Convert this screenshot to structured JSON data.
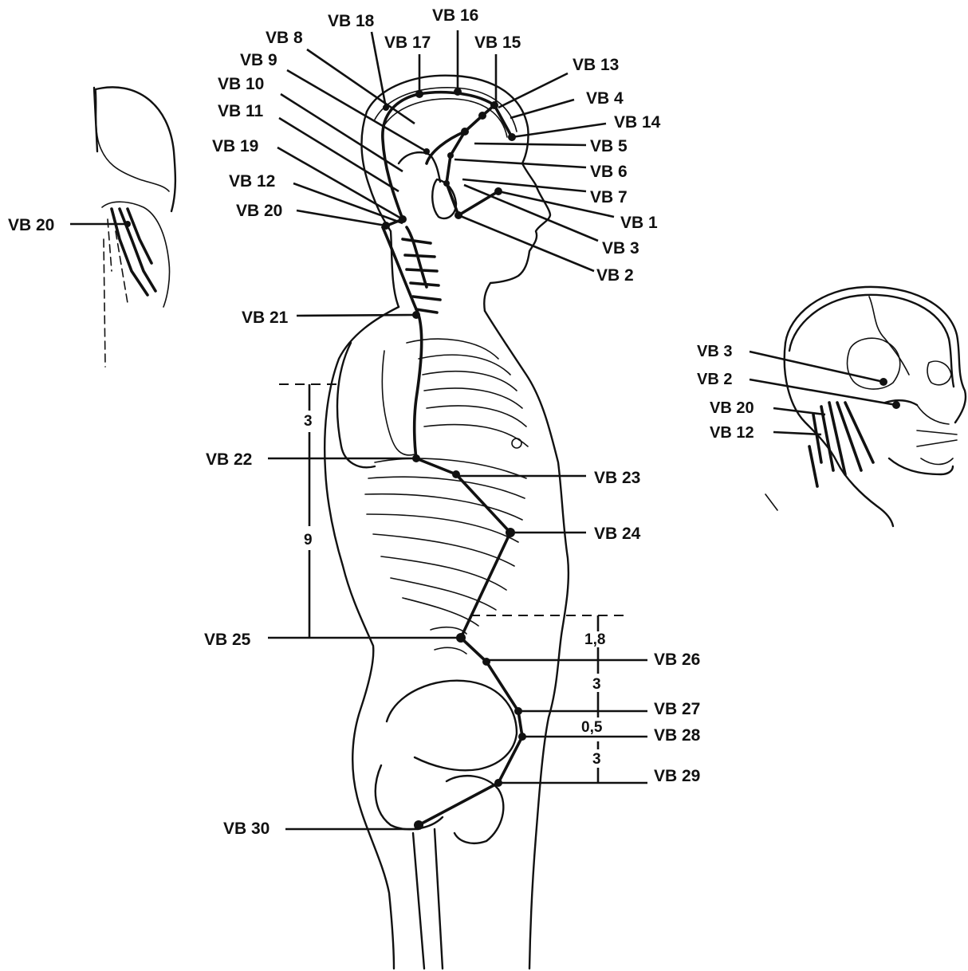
{
  "main_figure": {
    "labels": {
      "vb1": "VB 1",
      "vb2": "VB 2",
      "vb3": "VB 3",
      "vb4": "VB 4",
      "vb5": "VB 5",
      "vb6": "VB 6",
      "vb7": "VB 7",
      "vb8": "VB 8",
      "vb9": "VB 9",
      "vb10": "VB 10",
      "vb11": "VB 11",
      "vb12": "VB 12",
      "vb13": "VB 13",
      "vb14": "VB 14",
      "vb15": "VB 15",
      "vb16": "VB 16",
      "vb17": "VB 17",
      "vb18": "VB 18",
      "vb19": "VB 19",
      "vb20": "VB 20",
      "vb21": "VB 21",
      "vb22": "VB 22",
      "vb23": "VB 23",
      "vb24": "VB 24",
      "vb25": "VB 25",
      "vb26": "VB 26",
      "vb27": "VB 27",
      "vb28": "VB 28",
      "vb29": "VB 29",
      "vb30": "VB 30"
    },
    "measurements": {
      "upper_3": "3",
      "upper_9": "9",
      "m_1_8": "1,8",
      "m_3_a": "3",
      "m_0_5": "0,5",
      "m_3_b": "3"
    }
  },
  "left_inset": {
    "vb20": "VB 20"
  },
  "right_inset": {
    "vb3": "VB 3",
    "vb2": "VB 2",
    "vb20": "VB 20",
    "vb12": "VB 12"
  }
}
